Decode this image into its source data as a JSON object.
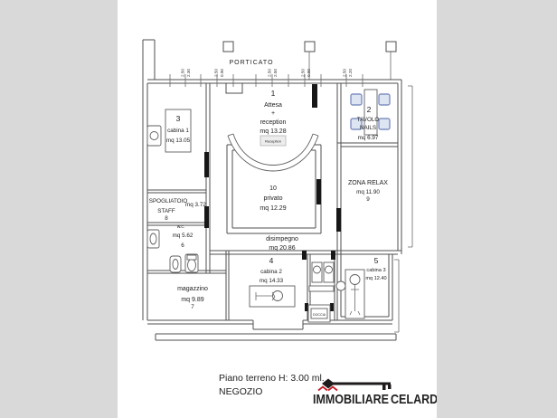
{
  "plan": {
    "porticato": "PORTICATO",
    "dim_pairs": [
      {
        "a": "2.50",
        "b": "2.30"
      },
      {
        "a": "2.50",
        "b": "0.90"
      },
      {
        "a": "2.50",
        "b": "2.50"
      },
      {
        "a": "2.50",
        "b": "0.90"
      },
      {
        "a": "2.50",
        "b": "2.20"
      }
    ],
    "rooms": {
      "attesa": {
        "num": "1",
        "name": "Attesa",
        "plus": "+",
        "name2": "reception",
        "area": "mq 13.28",
        "desk": "Reception"
      },
      "nails": {
        "num": "2",
        "name": "TAVOLO",
        "name2": "NAILS",
        "area": "mq 6.97"
      },
      "cabina1": {
        "num": "3",
        "name": "cabina 1",
        "area": "mq 13.05"
      },
      "spogliatoio": {
        "name": "SPOGLIATOIO",
        "name2": "STAFF",
        "num": "8",
        "area": "mq 3.72"
      },
      "wc": {
        "name": "w.c.",
        "area": "mq 5.62",
        "num": "6"
      },
      "privato": {
        "num": "10",
        "name": "privato",
        "area": "mq 12.29"
      },
      "relax": {
        "name": "ZONA RELAX",
        "area": "mq 11.90",
        "num": "9"
      },
      "disimpegno": {
        "name": "disimpegno",
        "area": "mq 20.86"
      },
      "cabina2": {
        "num": "4",
        "name": "cabina 2",
        "area": "mq 14.33"
      },
      "cabina3": {
        "num": "5",
        "name": "cabina 3",
        "area": "mq 12.40"
      },
      "magazzino": {
        "name": "magazzino",
        "area": "mq 9.89",
        "num": "7"
      },
      "doccia": {
        "name": "DOCCIA"
      }
    }
  },
  "footer": {
    "floor": "Piano terreno H: 3.00 ml.",
    "type": "NEGOZIO"
  },
  "logo": {
    "word1": "IMMOBILIARE",
    "word2": "CELARDO"
  },
  "colors": {
    "page_bg": "#ffffff",
    "margin_bg": "#d9d9d9",
    "line": "#4f4f4f",
    "furniture_blue": "#8091c2",
    "furniture_blue_fill": "#dde4f2",
    "logo_text": "#1f1b1c",
    "logo_accent": "#c21b26"
  }
}
